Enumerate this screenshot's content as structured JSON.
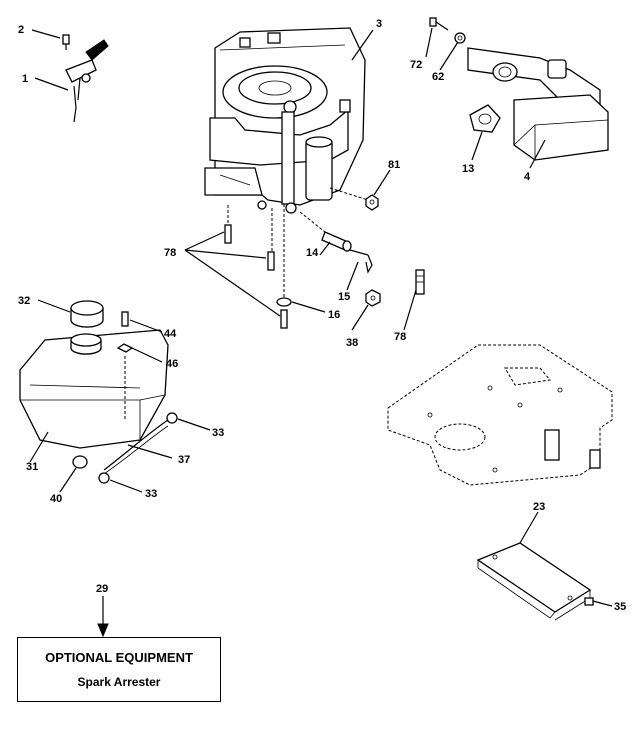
{
  "callouts": {
    "c2": "2",
    "c1": "1",
    "c3": "3",
    "c72": "72",
    "c62": "62",
    "c13": "13",
    "c4": "4",
    "c81": "81",
    "c78a": "78",
    "c14": "14",
    "c15": "15",
    "c16": "16",
    "c38": "38",
    "c78b": "78",
    "c32": "32",
    "c44": "44",
    "c46": "46",
    "c33a": "33",
    "c37": "37",
    "c31": "31",
    "c40": "40",
    "c33b": "33",
    "c23": "23",
    "c35": "35",
    "c29": "29"
  },
  "optional_equipment": {
    "title": "OPTIONAL EQUIPMENT",
    "item": "Spark Arrester"
  }
}
